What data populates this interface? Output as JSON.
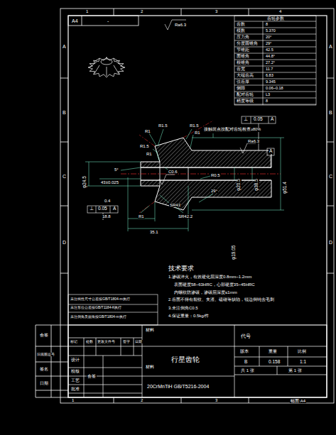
{
  "diagram": {
    "labels": [
      "1",
      "2",
      "3",
      "4",
      "1",
      "2",
      "3",
      "4",
      "A",
      "B",
      "C",
      "D",
      "A",
      "B",
      "C",
      "D",
      "A4",
      "-",
      "Ra6.3",
      "齿轮参数",
      "齿数",
      "8",
      "模数",
      "5.370",
      "压力角",
      "20°",
      "分度圆锥角",
      "29°",
      "节锥距",
      "42.5",
      "面锥角",
      "44.8°",
      "根锥角",
      "27.2°",
      "齿宽",
      "11.7",
      "大端齿高",
      "6.83",
      "弦齿厚",
      "9.345",
      "侧隙",
      "0.06~0.18",
      "配对齿轮",
      "L3",
      "精度等级",
      "8",
      "接触斑点按配对齿轮检查≥80%",
      "R1.5",
      "R1",
      "R1.5",
      "R1",
      "R1.5",
      "R1",
      "⊥",
      "0.05",
      "A",
      "Ra6.3",
      "A",
      "φ24.5",
      "5°",
      "C0.6",
      "R0.5",
      "φ20.5",
      "φ38.5",
      "φ51.4",
      "43±0.025",
      "SR43",
      "29°",
      "0.4",
      "18.8",
      "R1",
      "SR42.2",
      "35.1",
      "⊥",
      "0.05",
      "A",
      "φ19.05",
      "技术要求",
      "1.渗碳淬火，有效硬化层深度0.8mm~1.2mm",
      "表面硬度58~63HRC，心部硬度35~45HRC",
      "内螺纹防渗碳，渗碳层深度≤1mm",
      "2.齿面不得有裂纹、夹渣、磕碰等缺陷，锐边倒钝去毛刺",
      "3.未注倒角C0.5",
      "4.保证重量：0.5kg/件",
      "未注线性尺寸公差按GB/T1804-m执行",
      "未注形位公差按GB/T1184-K执行",
      "未注倒角及圆角按GB/T1804-m执行",
      "会签",
      "旧底图总号",
      "签名",
      "日期",
      "标记",
      "处数",
      "更改文件号",
      "签字",
      "日期",
      "设计",
      "校核",
      "工艺",
      "批准",
      "会签",
      "材料",
      "行星齿轮",
      "材料",
      "20CrMnTiH GB/T5216-2004",
      "代号",
      "版本",
      "重量",
      "比例",
      "B",
      "0.158",
      "1:1",
      "共 1 张",
      "第 1 张",
      "幅面:A4"
    ]
  }
}
